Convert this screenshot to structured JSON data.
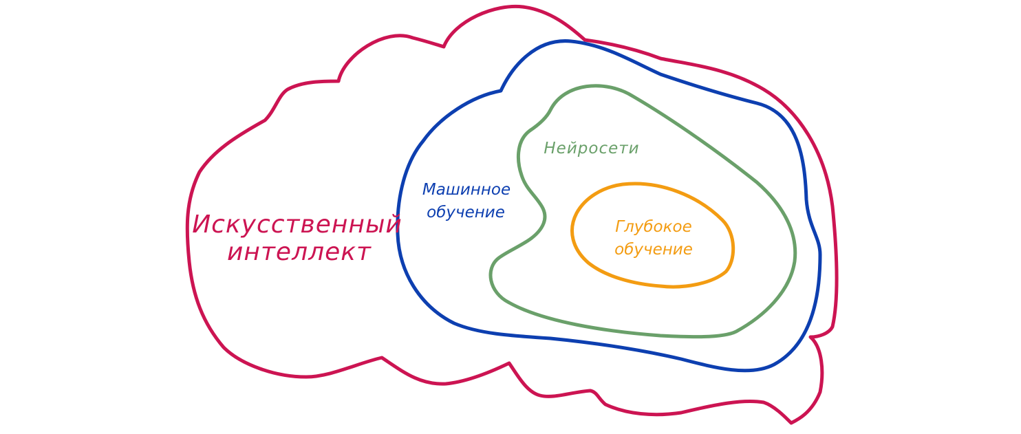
{
  "diagram": {
    "regions": [
      {
        "id": "ai",
        "label_lines": [
          "Искусственный",
          "интеллект"
        ],
        "color": "#cc1452"
      },
      {
        "id": "ml",
        "label_lines": [
          "Машинное",
          "обучение"
        ],
        "color": "#0d3fb0"
      },
      {
        "id": "nn",
        "label_lines": [
          "Нейросети"
        ],
        "color": "#6aa06a"
      },
      {
        "id": "dl",
        "label_lines": [
          "Глубокое",
          "обучение"
        ],
        "color": "#f39c12"
      }
    ]
  }
}
